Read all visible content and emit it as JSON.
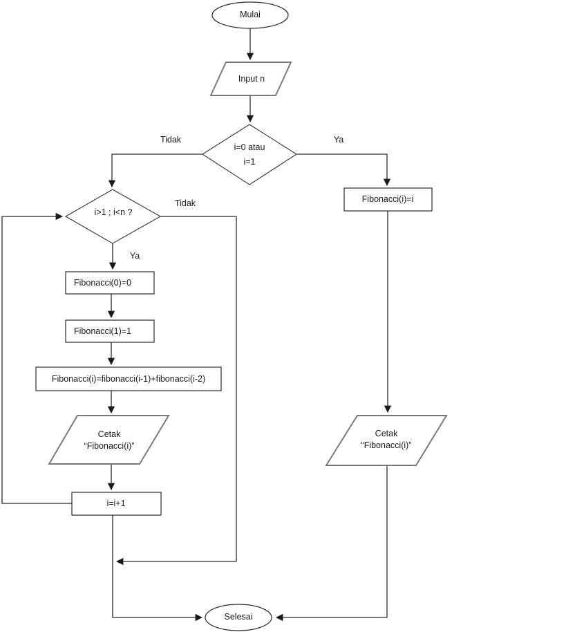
{
  "diagram": {
    "nodes": {
      "start": {
        "label": "Mulai"
      },
      "input": {
        "label": "Input n"
      },
      "decision_initial": {
        "line1": "i=0 atau",
        "line2": "i=1"
      },
      "decision_loop": {
        "label": "i>1 ; i<n ?"
      },
      "fib0": {
        "label": "Fibonacci(0)=0"
      },
      "fib1": {
        "label": "Fibonacci(1)=1"
      },
      "fib_recurrence": {
        "label": "Fibonacci(i)=fibonacci(i-1)+fibonacci(i-2)"
      },
      "print_loop": {
        "line1": "Cetak",
        "line2": "“Fibonacci(i)”"
      },
      "increment": {
        "label": "i=i+1"
      },
      "fib_base": {
        "label": "Fibonacci(i)=i"
      },
      "print_direct": {
        "line1": "Cetak",
        "line2": "“Fibonacci(i)”"
      },
      "end": {
        "label": "Selesai"
      }
    },
    "edge_labels": {
      "decision_initial_no": "Tidak",
      "decision_initial_yes": "Ya",
      "decision_loop_no": "Tidak",
      "decision_loop_yes": "Ya"
    },
    "colors": {
      "line": "#2a2a2a",
      "shape_border": "#2a2a2a",
      "parallelogram_border": "#7a7a7a",
      "text": "#1a1a1a",
      "background": "#ffffff"
    }
  }
}
